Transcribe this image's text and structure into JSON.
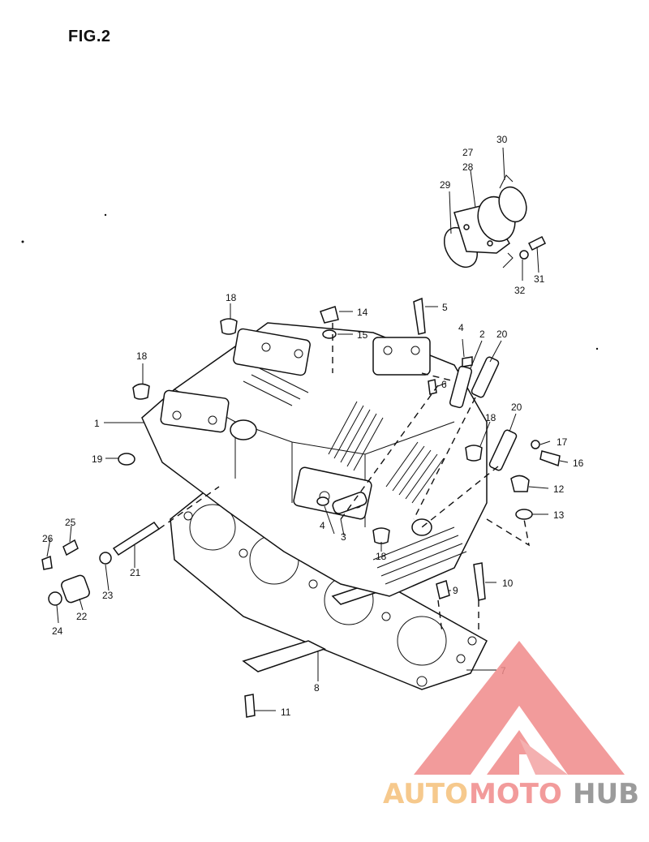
{
  "figure": {
    "title": "FIG.2"
  },
  "callouts": {
    "c1": "1",
    "c2": "2",
    "c3": "3",
    "c4a": "4",
    "c4b": "4",
    "c5": "5",
    "c6": "6",
    "c7": "7",
    "c8": "8",
    "c9": "9",
    "c10": "10",
    "c11": "11",
    "c12": "12",
    "c13": "13",
    "c14": "14",
    "c15": "15",
    "c16": "16",
    "c17": "17",
    "c18a": "18",
    "c18b": "18",
    "c18c": "18",
    "c18d": "18",
    "c19": "19",
    "c20a": "20",
    "c20b": "20",
    "c21": "21",
    "c22": "22",
    "c23": "23",
    "c24": "24",
    "c25": "25",
    "c26": "26",
    "c27": "27",
    "c28": "28",
    "c29": "29",
    "c30": "30",
    "c31": "31",
    "c32": "32"
  },
  "watermark": {
    "text_a": "AUTO",
    "text_b": "MOTO",
    "text_c": "HUB",
    "color_orange": "#f5c07a",
    "color_red": "#f08a8a",
    "color_gray": "#8a8a8a"
  }
}
